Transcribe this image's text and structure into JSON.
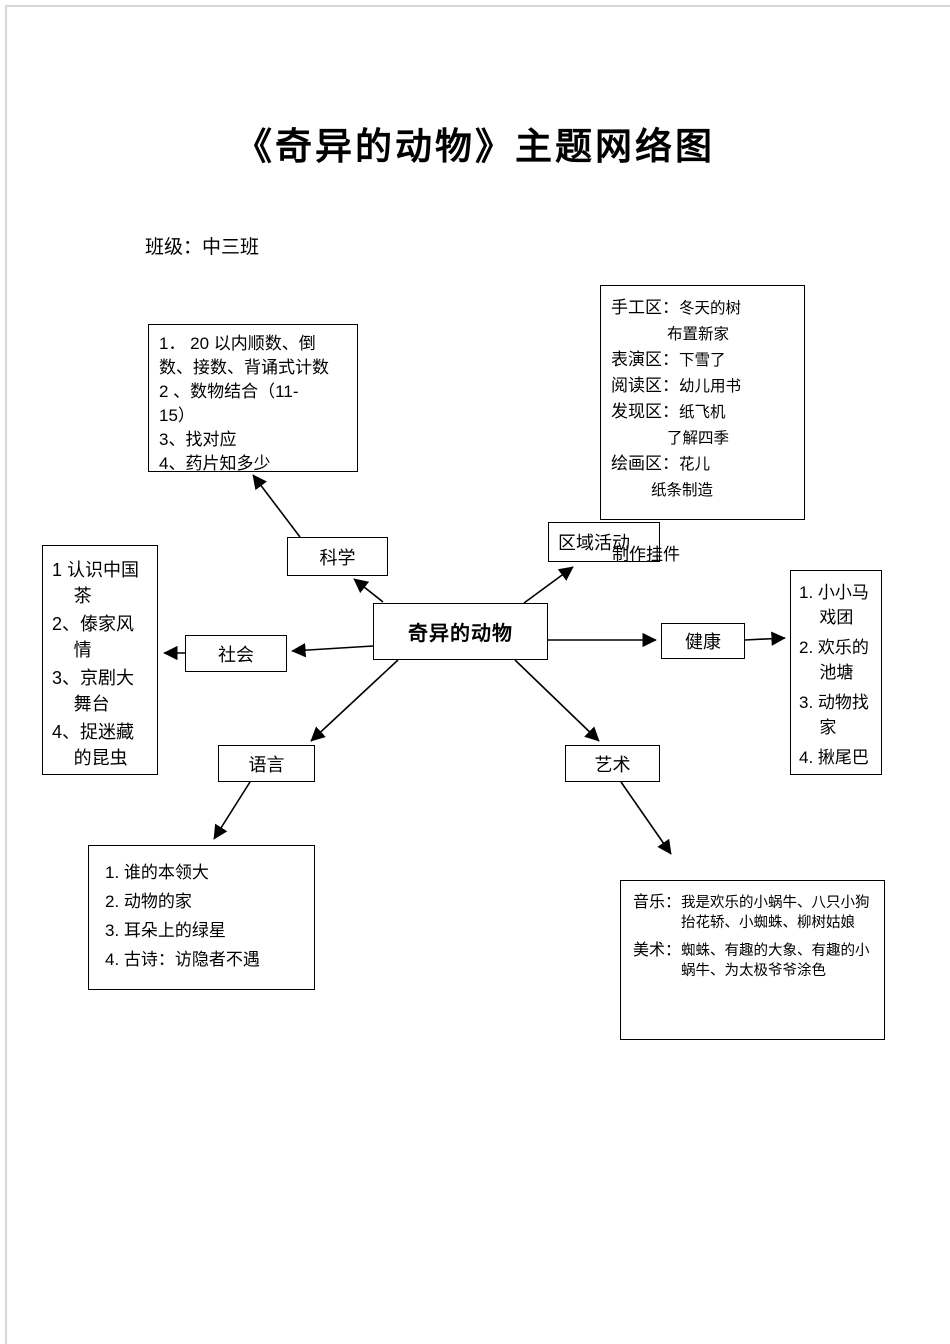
{
  "page": {
    "title": "《奇异的动物》主题网络图",
    "class_label": "班级：中三班"
  },
  "diagram": {
    "center": "奇异的动物",
    "nodes": {
      "science": "科学",
      "area": "区域活动",
      "area_note": "制作挂件",
      "health": "健康",
      "society": "社会",
      "language": "语言",
      "art": "艺术"
    },
    "math_box": {
      "lines": [
        "1． 20 以内顺数、倒",
        "数、接数、背诵式计数",
        "2 、数物结合（11-",
        "15）",
        "3、找对应",
        "4、药片知多少"
      ]
    },
    "corner_box": {
      "rows": [
        {
          "label": "手工区：",
          "text": "冬天的树"
        },
        {
          "label": "",
          "text": "布置新家"
        },
        {
          "label": "表演区：",
          "text": "下雪了"
        },
        {
          "label": "阅读区：",
          "text": "幼儿用书"
        },
        {
          "label": "发现区：",
          "text": "纸飞机"
        },
        {
          "label": "",
          "text": "了解四季"
        },
        {
          "label": "绘画区：",
          "text": "花儿"
        },
        {
          "label": "",
          "text": "纸条制造"
        }
      ]
    },
    "society_box": {
      "items": [
        "1 认识中国茶",
        "2、傣家风情",
        "3、京剧大舞台",
        "4、捉迷藏的昆虫"
      ]
    },
    "health_box": {
      "items": [
        "1. 小小马戏团",
        "2. 欢乐的池塘",
        "3. 动物找家",
        "4. 揪尾巴"
      ]
    },
    "language_box": {
      "items": [
        "1. 谁的本领大",
        "2. 动物的家",
        "3. 耳朵上的绿星",
        "4. 古诗：访隐者不遇"
      ]
    },
    "art_box": {
      "rows": [
        {
          "label": "音乐：",
          "text": "我是欢乐的小蜗牛、八只小狗抬花轿、小蜘蛛、柳树姑娘"
        },
        {
          "label": "美术：",
          "text": "蜘蛛、有趣的大象、有趣的小蜗牛、为太极爷爷涂色"
        }
      ]
    }
  }
}
